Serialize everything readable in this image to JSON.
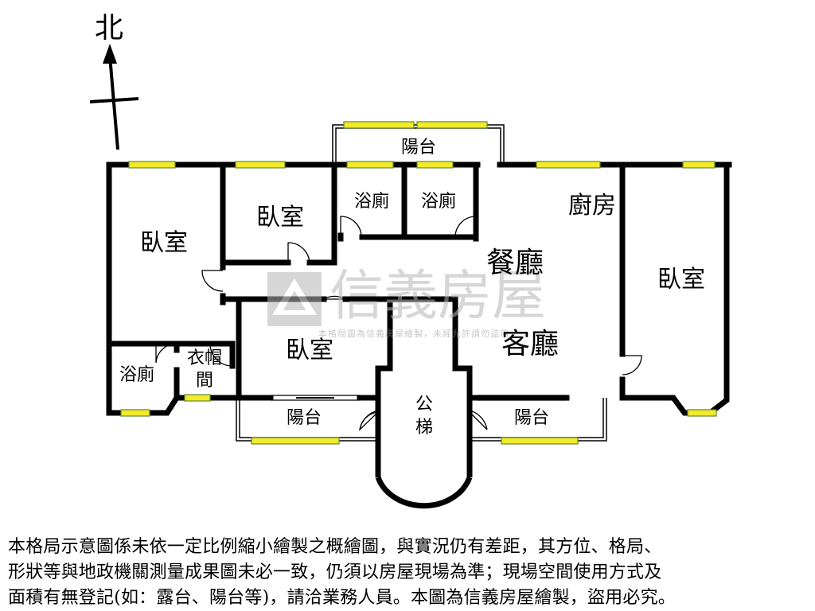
{
  "compass": {
    "north_label": "北"
  },
  "rooms": {
    "bedroom_west": "臥室",
    "bedroom_north": "臥室",
    "bath_north_1": "浴廁",
    "bath_north_2": "浴廁",
    "balcony_north": "陽台",
    "kitchen": "廚房",
    "dining": "餐廳",
    "bedroom_east": "臥室",
    "living": "客廳",
    "bedroom_center": "臥室",
    "bath_southwest": "浴廁",
    "cloakroom_line1": "衣帽",
    "cloakroom_line2": "間",
    "stairs_line1": "公",
    "stairs_line2": "梯",
    "balcony_southwest": "陽台",
    "balcony_southeast": "陽台"
  },
  "watermark": {
    "brand": "信義房屋",
    "notice": "本格局圖為信義房屋繪製，未經允許請勿盜用"
  },
  "disclaimer": {
    "line1": "本格局示意圖係未依一定比例縮小繪製之概繪圖，與實況仍有差距，其方位、格局、",
    "line2": "形狀等與地政機關測量成果圖未必一致，仍須以房屋現場為準；現場空間使用方式及",
    "line3": "面積有無登記(如：露台、陽台等)，請洽業務人員。本圖為信義房屋繪製，盜用必究。"
  },
  "colors": {
    "wall": "#000000",
    "window_fill": "#f2ea2a",
    "window_stroke": "#5f8a2e",
    "watermark": "#b5b5b5"
  }
}
